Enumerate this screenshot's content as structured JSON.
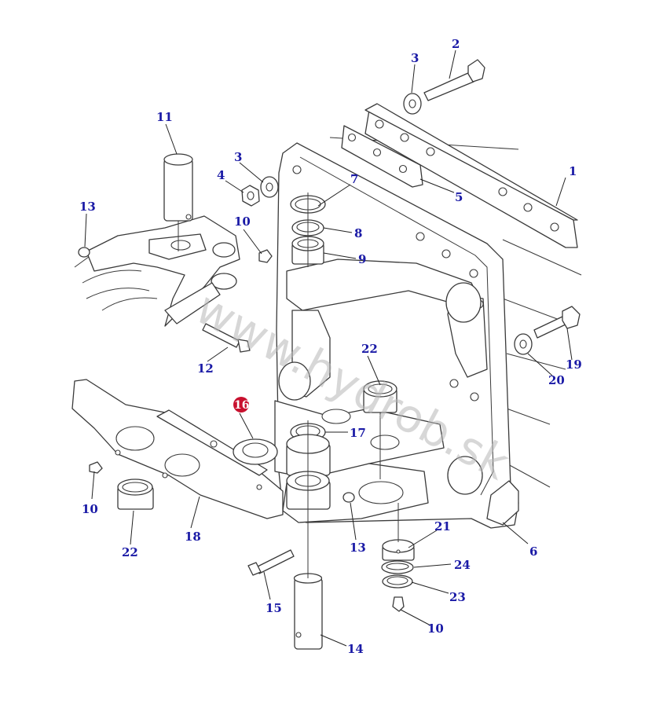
{
  "watermark": "www.hydrob.sk",
  "highlight_color": "#c8102e",
  "label_color": "#1a1aa6",
  "callouts": {
    "c1": "1",
    "c2": "2",
    "c3a": "3",
    "c3b": "3",
    "c4": "4",
    "c5": "5",
    "c6": "6",
    "c7": "7",
    "c8": "8",
    "c9": "9",
    "c10a": "10",
    "c10b": "10",
    "c10c": "10",
    "c11": "11",
    "c12": "12",
    "c13a": "13",
    "c13b": "13",
    "c14": "14",
    "c15": "15",
    "c16": "16",
    "c17": "17",
    "c18": "18",
    "c19": "19",
    "c20": "20",
    "c21": "21",
    "c22a": "22",
    "c22b": "22",
    "c23": "23",
    "c24": "24"
  }
}
